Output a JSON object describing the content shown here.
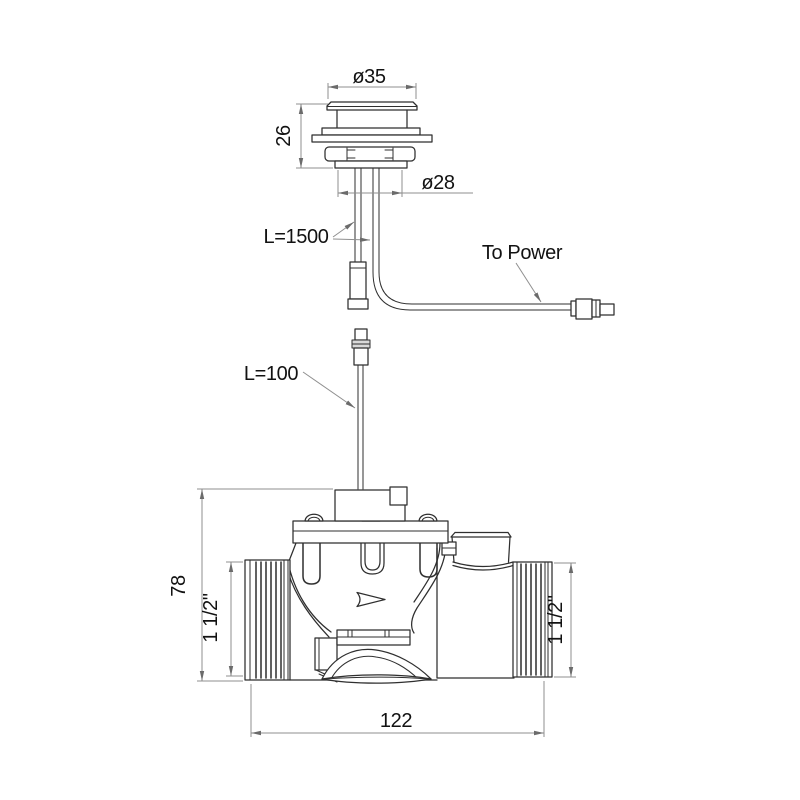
{
  "drawing": {
    "background": "#ffffff",
    "geometry_color": "#2f2f2f",
    "dimension_color": "#8f8f8f",
    "arrow_color": "#6b6b6b",
    "text_color": "#121212",
    "annotations": {
      "cap_diameter": "ø35",
      "mount_height": "26",
      "shank_diameter": "ø28",
      "cable_length_button": "L=1500",
      "power_lead": "To Power",
      "cable_length_valve": "L=100",
      "valve_height": "78",
      "inlet_thread": "1 1/2\"",
      "outlet_thread": "1 1/2\"",
      "valve_length": "122"
    }
  }
}
